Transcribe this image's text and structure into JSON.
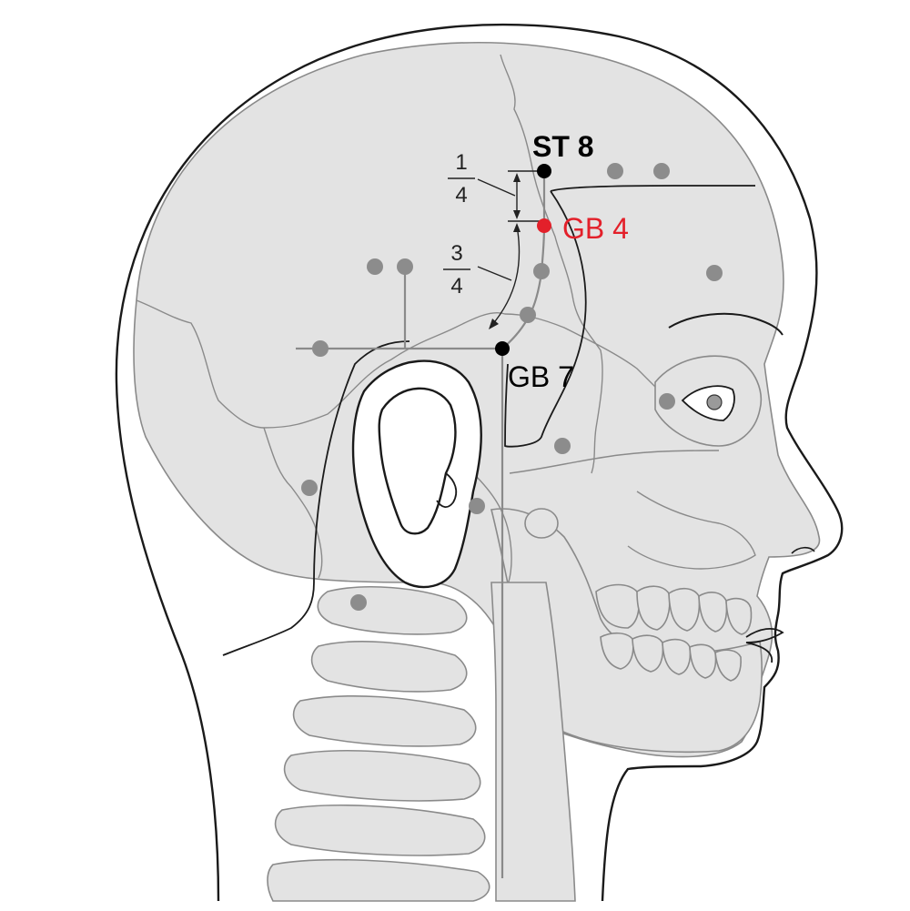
{
  "points": {
    "primary": [
      {
        "id": "st8",
        "label": "ST 8",
        "color": "#000000"
      },
      {
        "id": "gb4",
        "label": "GB 4",
        "color": "#e3202a"
      },
      {
        "id": "gb7",
        "label": "GB 7",
        "color": "#000000"
      }
    ],
    "secondary_color": "#8c8c8c"
  },
  "measurements": {
    "upper": {
      "numerator": "1",
      "denominator": "4"
    },
    "lower": {
      "numerator": "3",
      "denominator": "4"
    }
  },
  "colors": {
    "bone_fill": "#e3e3e3",
    "bone_line": "#8a8a8a",
    "skin_line": "#1a1a1a",
    "highlight": "#e3202a"
  }
}
